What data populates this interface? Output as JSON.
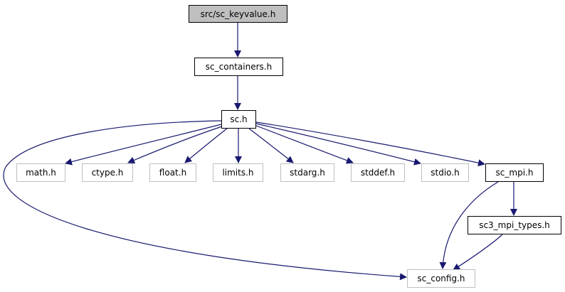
{
  "diagram": {
    "type": "include-dependency-graph",
    "colors": {
      "edge": "#191970",
      "root_fill": "#bfbfbf",
      "documented_border": "#000000",
      "external_border": "#bfbfbf"
    },
    "nodes": {
      "root": {
        "label": "src/sc_keyvalue.h",
        "kind": "root"
      },
      "containers": {
        "label": "sc_containers.h",
        "kind": "documented"
      },
      "sc": {
        "label": "sc.h",
        "kind": "documented"
      },
      "math": {
        "label": "math.h",
        "kind": "external"
      },
      "ctype": {
        "label": "ctype.h",
        "kind": "external"
      },
      "float": {
        "label": "float.h",
        "kind": "external"
      },
      "limits": {
        "label": "limits.h",
        "kind": "external"
      },
      "stdarg": {
        "label": "stdarg.h",
        "kind": "external"
      },
      "stddef": {
        "label": "stddef.h",
        "kind": "external"
      },
      "stdio": {
        "label": "stdio.h",
        "kind": "external"
      },
      "mpi": {
        "label": "sc_mpi.h",
        "kind": "documented"
      },
      "mpitypes": {
        "label": "sc3_mpi_types.h",
        "kind": "documented"
      },
      "config": {
        "label": "sc_config.h",
        "kind": "external"
      }
    },
    "edges": [
      {
        "from": "root",
        "to": "containers"
      },
      {
        "from": "containers",
        "to": "sc"
      },
      {
        "from": "sc",
        "to": "math"
      },
      {
        "from": "sc",
        "to": "ctype"
      },
      {
        "from": "sc",
        "to": "float"
      },
      {
        "from": "sc",
        "to": "limits"
      },
      {
        "from": "sc",
        "to": "stdarg"
      },
      {
        "from": "sc",
        "to": "stddef"
      },
      {
        "from": "sc",
        "to": "stdio"
      },
      {
        "from": "sc",
        "to": "mpi"
      },
      {
        "from": "sc",
        "to": "config"
      },
      {
        "from": "mpi",
        "to": "mpitypes"
      },
      {
        "from": "mpi",
        "to": "config"
      },
      {
        "from": "mpitypes",
        "to": "config"
      }
    ]
  }
}
